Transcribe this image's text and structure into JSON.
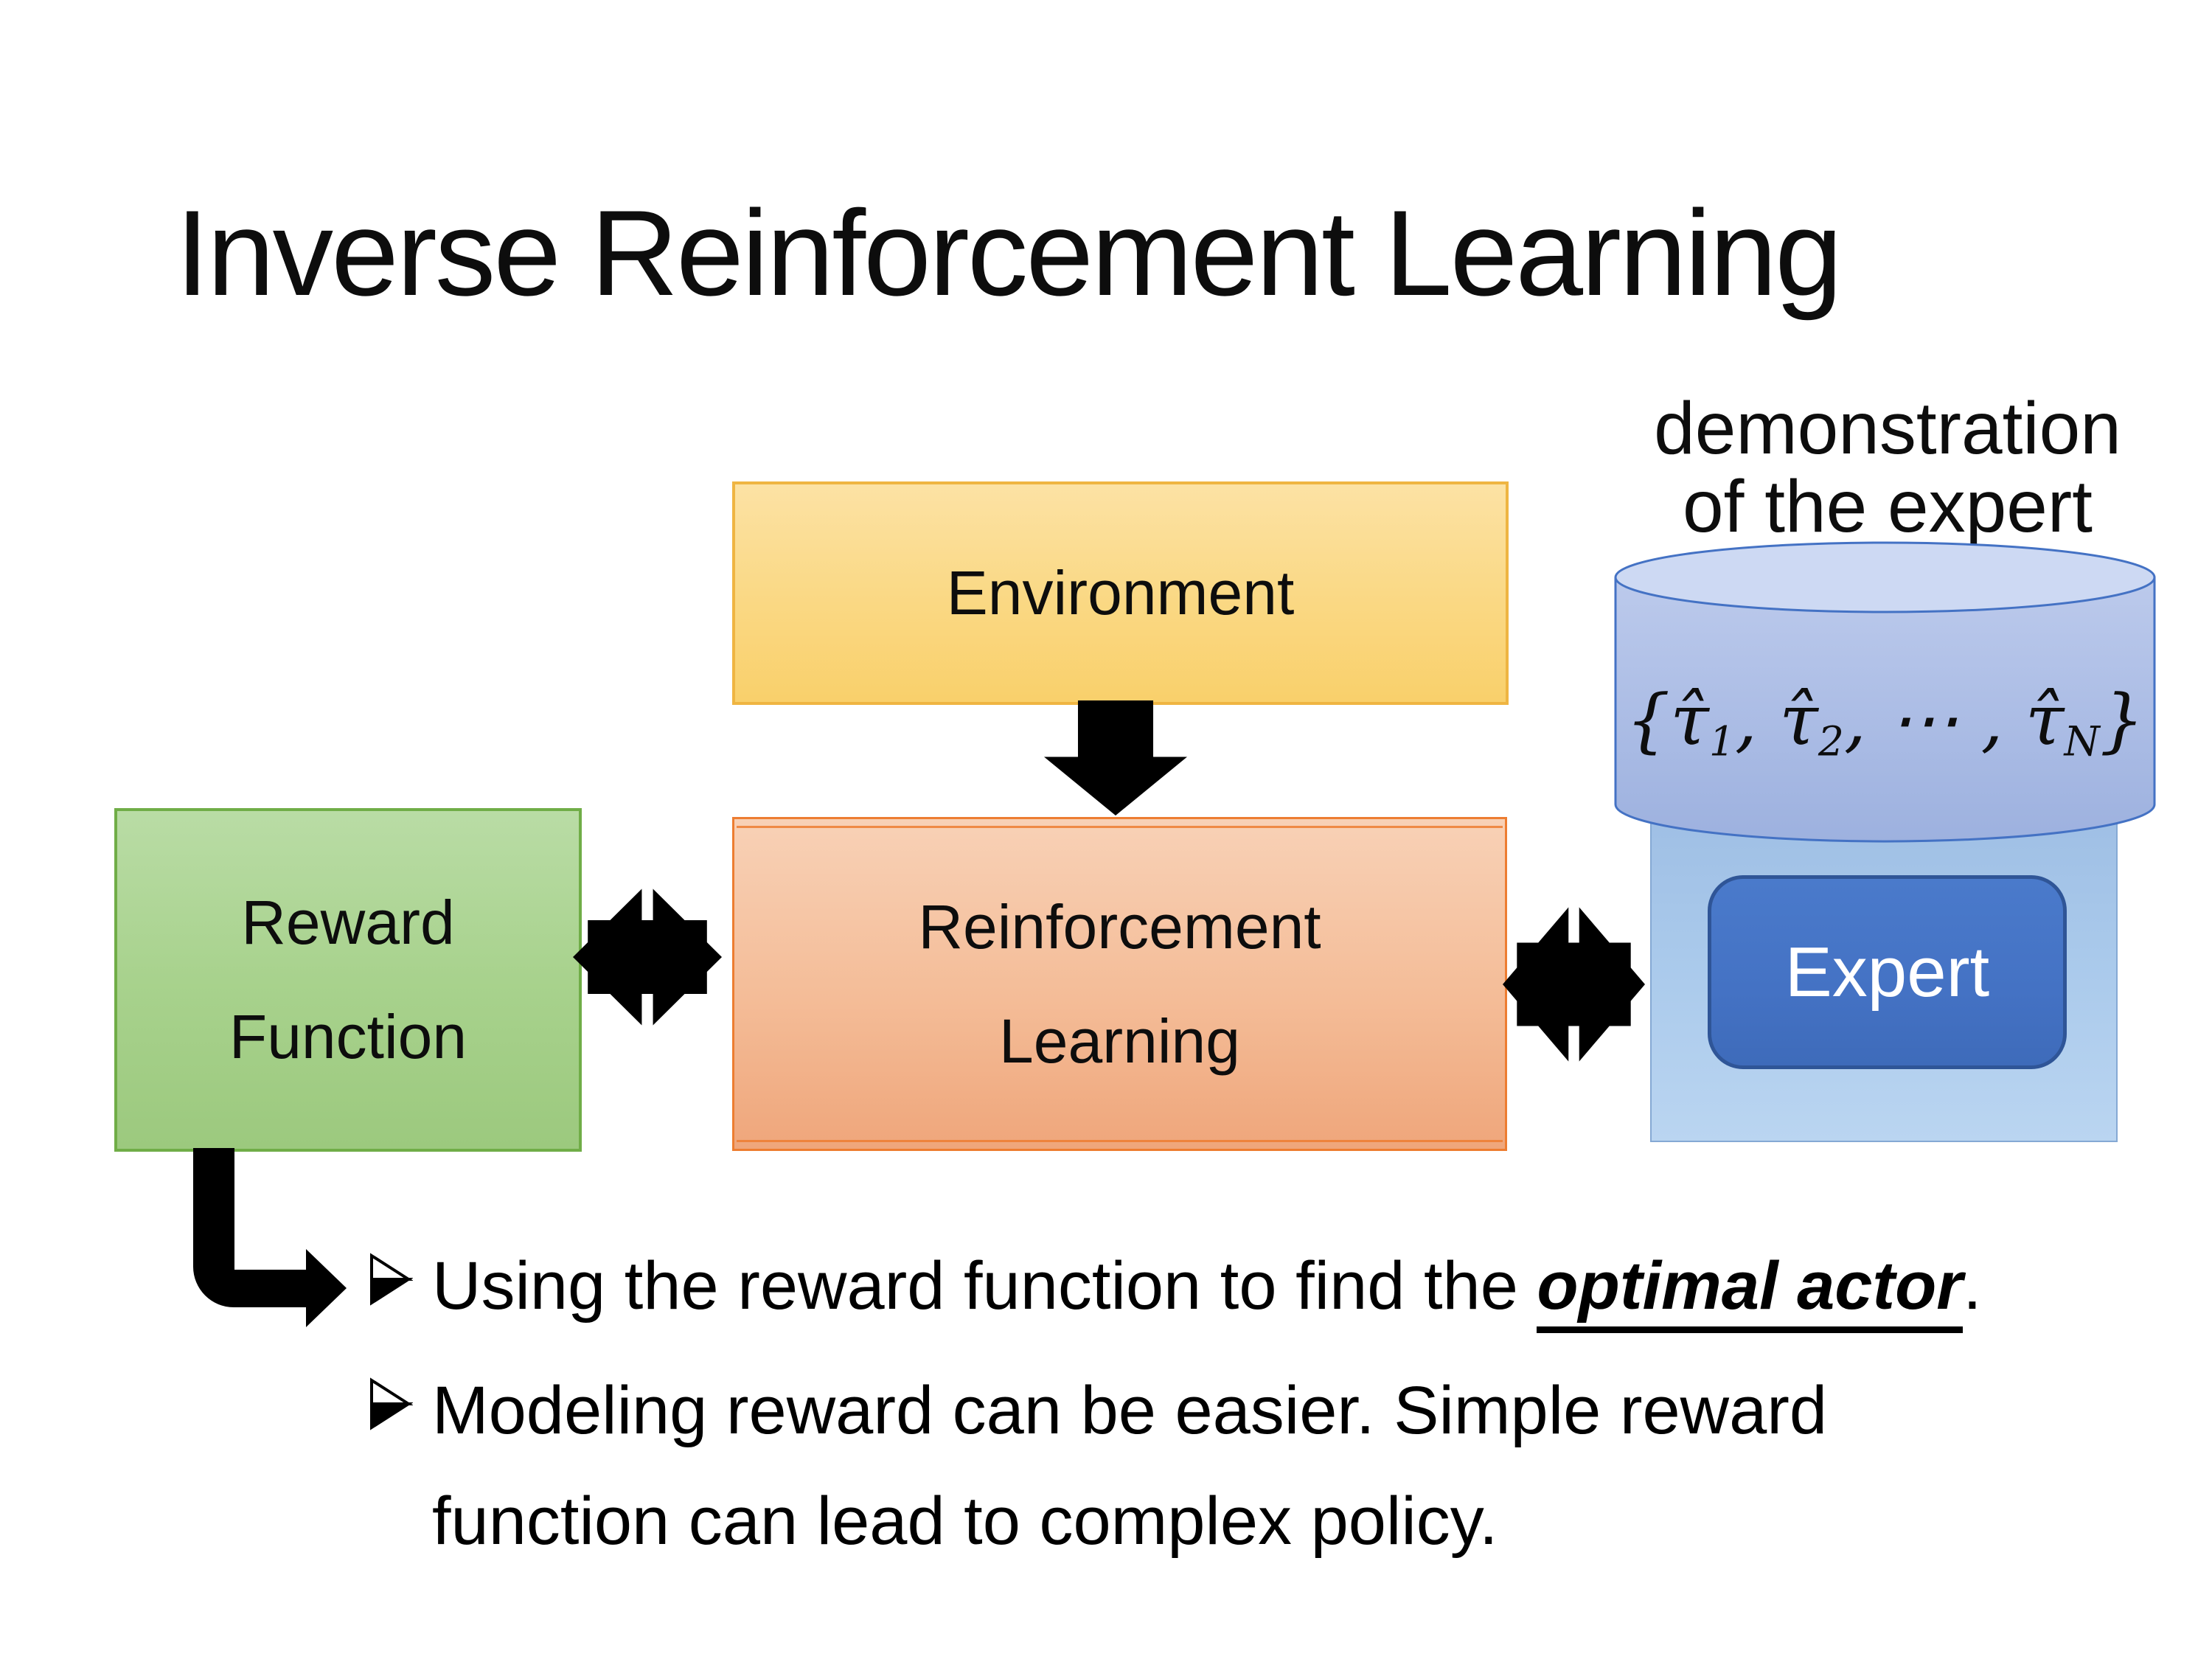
{
  "slide": {
    "title": "Inverse Reinforcement Learning",
    "demo_label": "demonstration of the expert",
    "boxes": {
      "environment": "Environment",
      "reward_function": "Reward Function",
      "reinforcement_learning": "Reinforcement Learning",
      "expert": "Expert"
    },
    "formula": {
      "f1": "{τ̂",
      "f1sub": "1",
      "f2": ", τ̂",
      "f2sub": "2",
      "f3": ", ⋯ , τ̂",
      "f3sub": "N",
      "f4": "}"
    },
    "bullets": {
      "b1_prefix": "Using the reward function to find the ",
      "b1_emphasis": "optimal actor",
      "b1_suffix": ".",
      "b2": "Modeling reward can be easier. Simple reward function can lead to complex policy."
    },
    "icons": {
      "down_arrow": "block-down-arrow",
      "exchange_arrow": "double-exchange-arrow",
      "bent_arrow": "elbow-right-arrow",
      "bullet_marker": "arrowhead-bullet"
    },
    "colors": {
      "environment_fill": "#FAD883",
      "environment_border": "#EFB542",
      "reward_fill": "#A8D28D",
      "reward_border": "#70AD47",
      "rl_fill": "#F4BC97",
      "rl_border": "#ED7D31",
      "expert_container_fill": "#A9C9EB",
      "expert_button_fill": "#4472C4",
      "expert_button_border": "#2F5597",
      "cylinder_fill": "#AEBFE6",
      "cylinder_top_fill": "#CDD9F3",
      "cylinder_border": "#4472C4",
      "arrow_color": "#000000",
      "text_color": "#0d0d0d",
      "background": "#FFFFFF"
    }
  }
}
